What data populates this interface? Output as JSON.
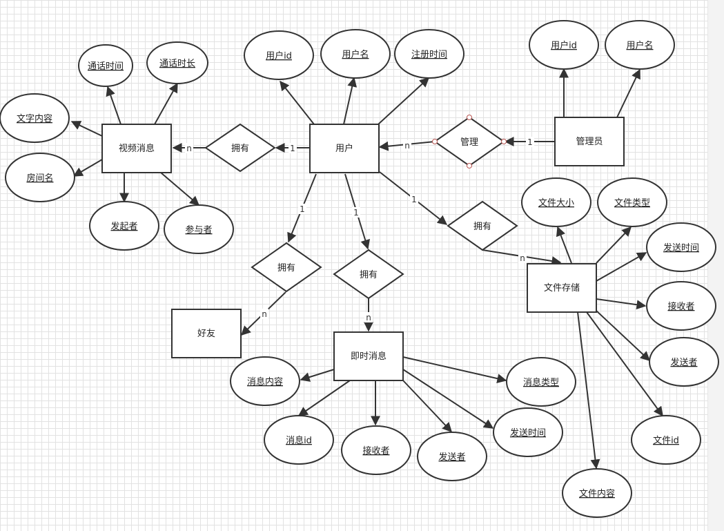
{
  "diagram": {
    "entities": {
      "user": "用户",
      "video_msg": "视频消息",
      "admin": "管理员",
      "friend": "好友",
      "im": "即时消息",
      "file_store": "文件存储"
    },
    "relations": {
      "own_video": "拥有",
      "manage": "管理",
      "own_friend": "拥有",
      "own_im": "拥有",
      "own_file": "拥有"
    },
    "attributes": {
      "user_id": "用户id",
      "user_name": "用户名",
      "reg_time": "注册时间",
      "call_time": "通话时间",
      "call_dur": "通话时长",
      "text_content": "文字内容",
      "room_name": "房间名",
      "initiator": "发起者",
      "participant": "参与者",
      "admin_id": "用户id",
      "admin_name": "用户名",
      "file_size": "文件大小",
      "file_type": "文件类型",
      "file_send_time": "发送时间",
      "file_receiver": "接收者",
      "file_sender": "发送者",
      "file_id": "文件id",
      "file_content": "文件内容",
      "msg_content": "消息内容",
      "msg_id": "消息id",
      "msg_receiver": "接收者",
      "msg_sender": "发送者",
      "msg_send_time": "发送时间",
      "msg_type": "消息类型"
    },
    "cardinalities": {
      "video_n": "n",
      "video_1": "1",
      "manage_n": "n",
      "manage_1": "1",
      "friend_1": "1",
      "friend_n": "n",
      "im_1": "1",
      "im_n": "n",
      "file_1": "1",
      "file_n": "n"
    }
  },
  "colors": {
    "stroke": "#333333",
    "grid": "#e2e2e2",
    "handle": "#b85450"
  }
}
